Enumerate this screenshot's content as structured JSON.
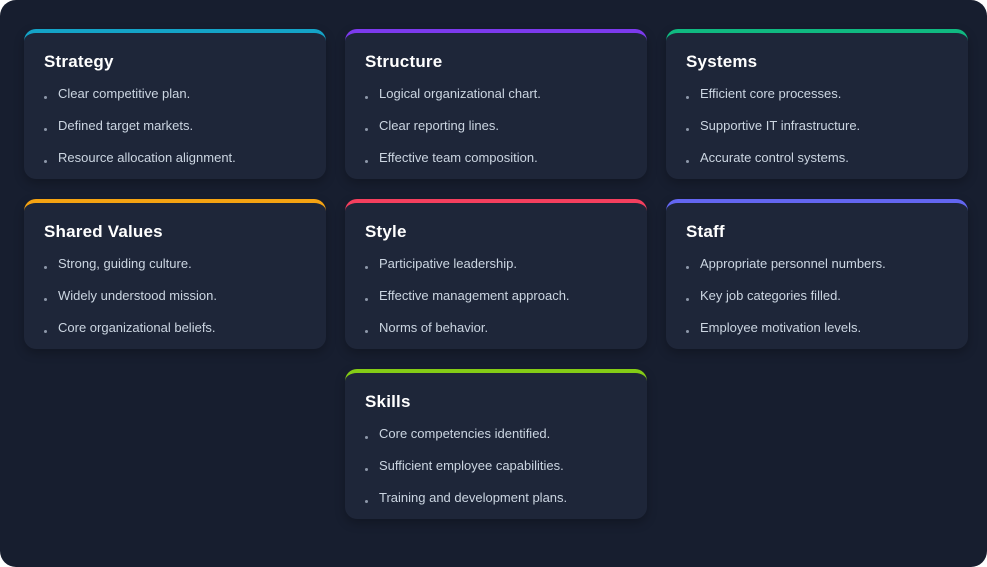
{
  "colors": {
    "page_background": "#171e2f",
    "card_background": "#1e2639",
    "title_text": "#ffffff",
    "item_text": "#cbd5e1",
    "bullet_dot": "#8d97a9"
  },
  "cards": [
    {
      "title": "Strategy",
      "accent": "#14a3c7",
      "items": [
        "Clear competitive plan.",
        "Defined target markets.",
        "Resource allocation alignment."
      ]
    },
    {
      "title": "Structure",
      "accent": "#7c3aed",
      "items": [
        "Logical organizational chart.",
        "Clear reporting lines.",
        "Effective team composition."
      ]
    },
    {
      "title": "Systems",
      "accent": "#10b981",
      "items": [
        "Efficient core processes.",
        "Supportive IT infrastructure.",
        "Accurate control systems."
      ]
    },
    {
      "title": "Shared Values",
      "accent": "#f5a312",
      "items": [
        "Strong, guiding culture.",
        "Widely understood mission.",
        "Core organizational beliefs."
      ]
    },
    {
      "title": "Style",
      "accent": "#f43f5e",
      "items": [
        "Participative leadership.",
        "Effective management approach.",
        "Norms of behavior."
      ]
    },
    {
      "title": "Staff",
      "accent": "#6366f1",
      "items": [
        "Appropriate personnel numbers.",
        "Key job categories filled.",
        "Employee motivation levels."
      ]
    },
    {
      "title": "Skills",
      "accent": "#84cc16",
      "items": [
        "Core competencies identified.",
        "Sufficient employee capabilities.",
        "Training and development plans."
      ],
      "column": 2
    }
  ]
}
